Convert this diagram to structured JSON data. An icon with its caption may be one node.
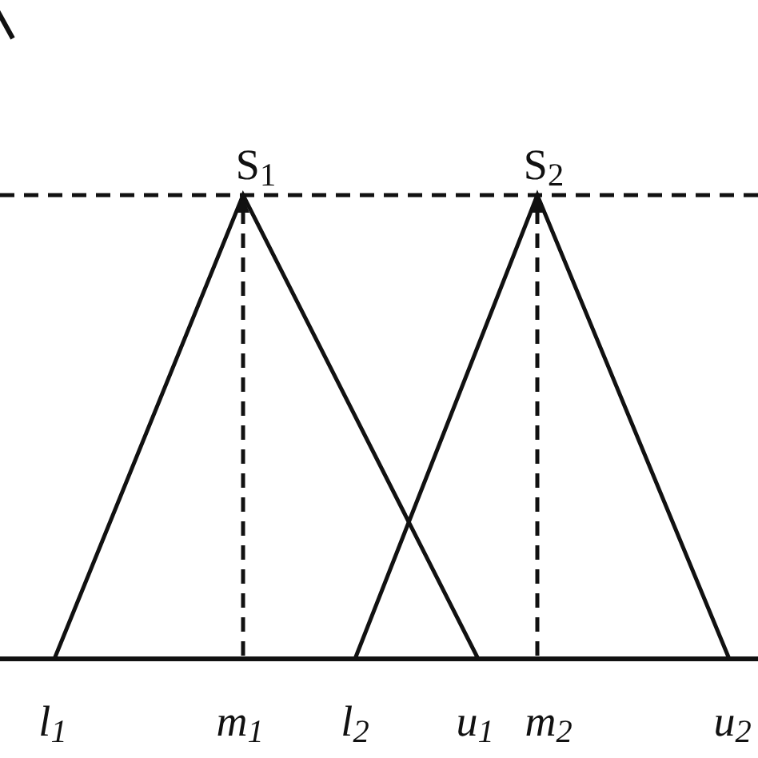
{
  "diagram": {
    "labels": [
      "S$_{1}$",
      "S$_{2}$",
      "l$_{1}$",
      "m$_{1}$",
      "l$_{2}$",
      "u$_{1}$",
      "m$_{2}$",
      "u$_{2}$"
    ]
  }
}
